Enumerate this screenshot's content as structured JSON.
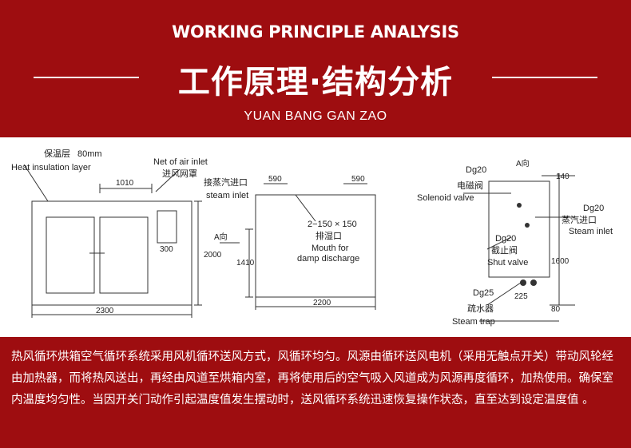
{
  "header": {
    "en_title": "WORKING PRINCIPLE ANALYSIS",
    "cn_title": "工作原理·结构分析",
    "subtitle": "YUAN BANG GAN ZAO"
  },
  "diagram": {
    "left": {
      "insulation_cn": "保温层",
      "insulation_dim": "80mm",
      "insulation_en": "Heat insulation layer",
      "inlet_en": "Net of air inlet",
      "inlet_cn": "进风网罩",
      "dim_1010": "1010",
      "dim_2000": "2000",
      "dim_300": "300",
      "dim_2300": "2300"
    },
    "middle": {
      "steam_inlet_cn": "接蒸汽进口",
      "steam_inlet_en": "steam inlet",
      "dim_590_left": "590",
      "dim_590_right": "590",
      "damp_size": "2−150 × 150",
      "damp_cn": "排湿口",
      "damp_en_1": "Mouth for",
      "damp_en_2": "damp discharge",
      "view_a": "A向",
      "dim_1410": "1410",
      "dim_2200": "2200"
    },
    "right": {
      "view_a": "A向",
      "dg20_top": "Dg20",
      "dim_140": "140",
      "solenoid_cn": "电磁阀",
      "solenoid_en": "Solenoid valve",
      "dg20_steam": "Dg20",
      "steam_inlet_cn": "蒸汽进口",
      "steam_inlet_en": "Steam inlet",
      "dg20_shut": "Dg20",
      "shut_cn": "截止阀",
      "shut_en": "Shut valve",
      "dim_1600": "1600",
      "dg25": "Dg25",
      "dim_225": "225",
      "trap_cn": "疏水器",
      "trap_en": "Steam trap",
      "dim_80": "80"
    }
  },
  "description": "热风循环烘箱空气循环系统采用风机循环送风方式，风循环均匀。风源由循环送风电机（采用无触点开关）带动风轮经由加热器，而将热风送出，再经由风道至烘箱内室，再将使用后的空气吸入风道成为风源再度循环，加热使用。确保室内温度均匀性。当因开关门动作引起温度值发生摆动时，送风循环系统迅速恢复操作状态，直至达到设定温度值 。",
  "colors": {
    "brand_red": "#9e0d10",
    "text_white": "#ffffff"
  }
}
